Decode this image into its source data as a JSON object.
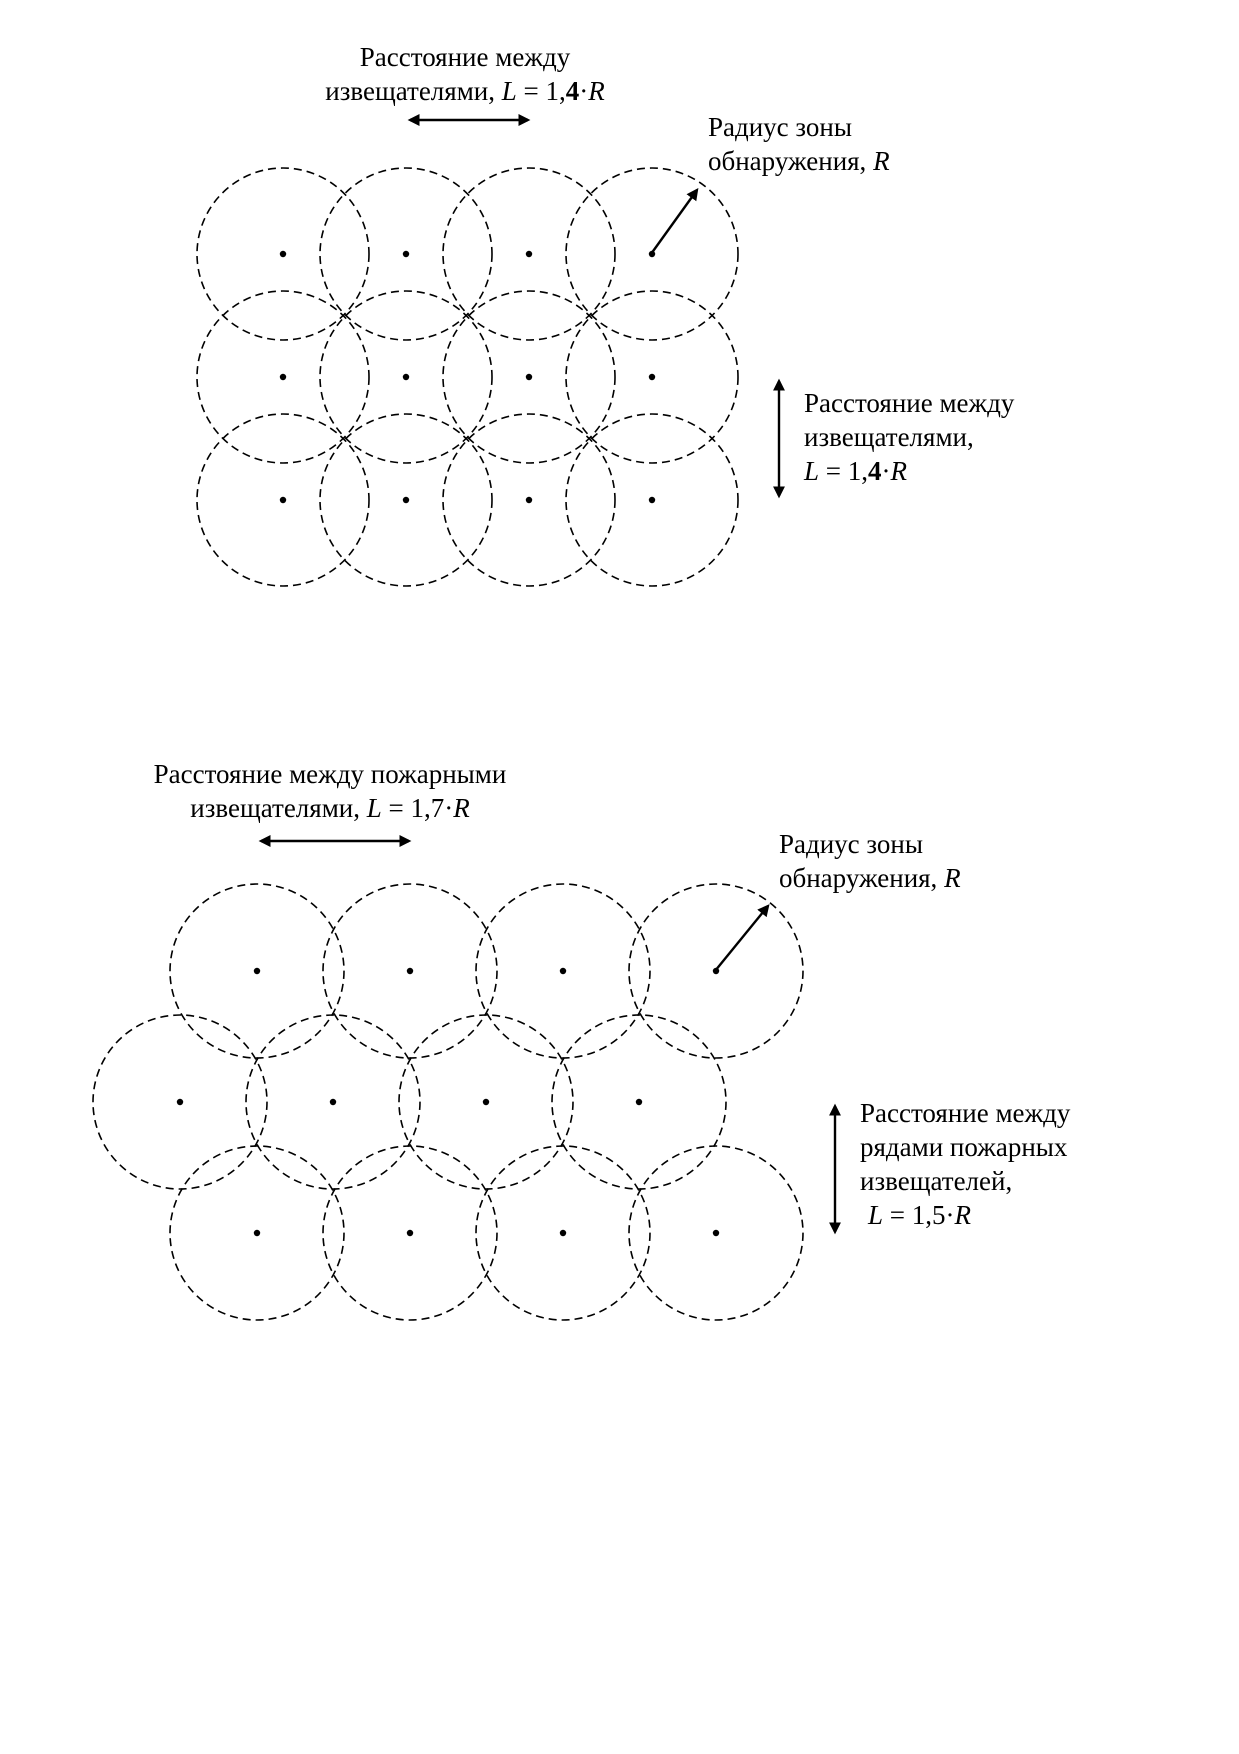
{
  "diagram1": {
    "top_label": {
      "line1": "Расстояние между",
      "line2_prefix": "извещателями, ",
      "var_L": "L",
      "eq": " = 1,",
      "coef": "4",
      "dot": "·",
      "var_R": "R"
    },
    "radius_label": {
      "line1": "Радиус зоны",
      "line2_prefix": "обнаружения, ",
      "var_R": "R"
    },
    "side_label": {
      "line1": "Расстояние между",
      "line2": "извещателями,",
      "var_L": "L",
      "eq": " = 1,",
      "coef": "4",
      "dot": "·",
      "var_R": "R"
    },
    "rows": 3,
    "cols": 4
  },
  "diagram2": {
    "top_label": {
      "line1": "Расстояние между пожарными",
      "line2_prefix": "извещателями, ",
      "var_L": "L",
      "eq": " = 1,7·",
      "var_R": "R"
    },
    "radius_label": {
      "line1": "Радиус зоны",
      "line2_prefix": "обнаружения, ",
      "var_R": "R"
    },
    "side_label": {
      "line1": "Расстояние между",
      "line2": "рядами пожарных",
      "line3": "извещателей,",
      "var_L": "L",
      "eq": " = 1,5·",
      "var_R": "R"
    },
    "rows": 3,
    "cols": 4
  }
}
